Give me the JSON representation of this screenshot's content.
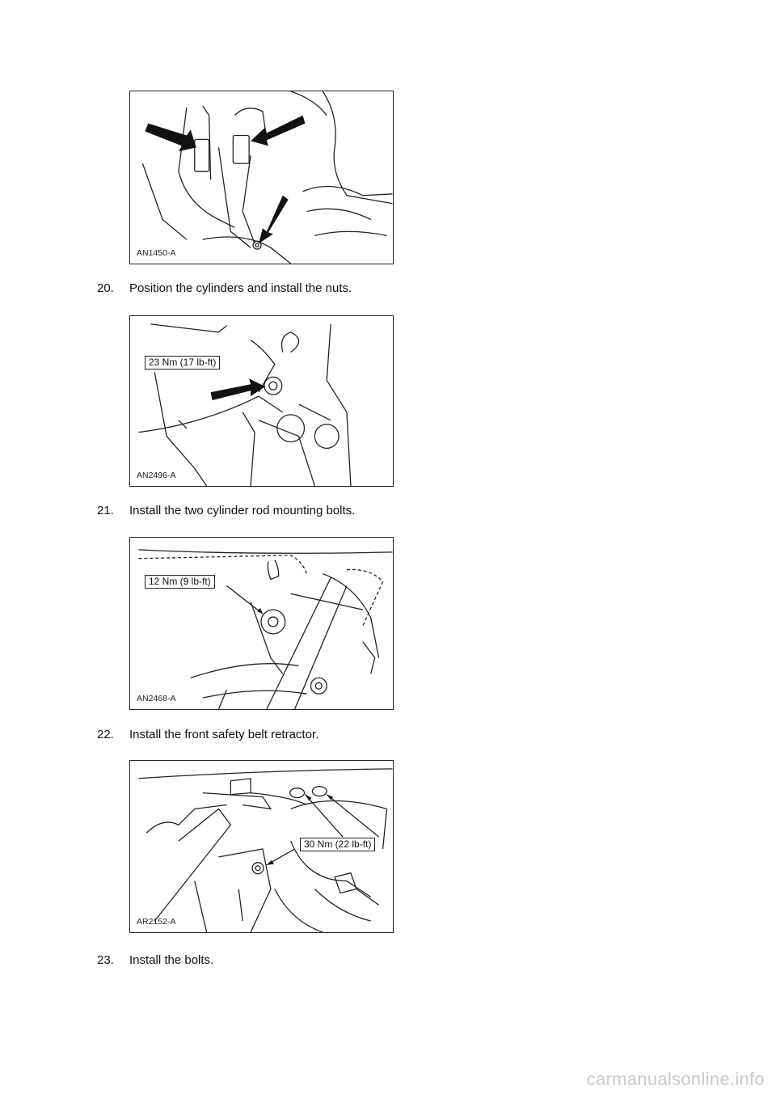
{
  "figures": [
    {
      "id": "AN1450-A"
    },
    {
      "id": "AN2496-A",
      "callout": "23 Nm (17 lb-ft)"
    },
    {
      "id": "AN2468-A",
      "callout": "12 Nm (9 lb-ft)"
    },
    {
      "id": "AR2152-A",
      "callout": "30 Nm (22 lb-ft)"
    }
  ],
  "steps": [
    {
      "number": "20.",
      "text": "Position the cylinders and install the nuts."
    },
    {
      "number": "21.",
      "text": "Install the two cylinder rod mounting bolts."
    },
    {
      "number": "22.",
      "text": "Install the front safety belt retractor."
    },
    {
      "number": "23.",
      "text": "Install the bolts."
    }
  ],
  "watermark": "carmanualsonline.info"
}
